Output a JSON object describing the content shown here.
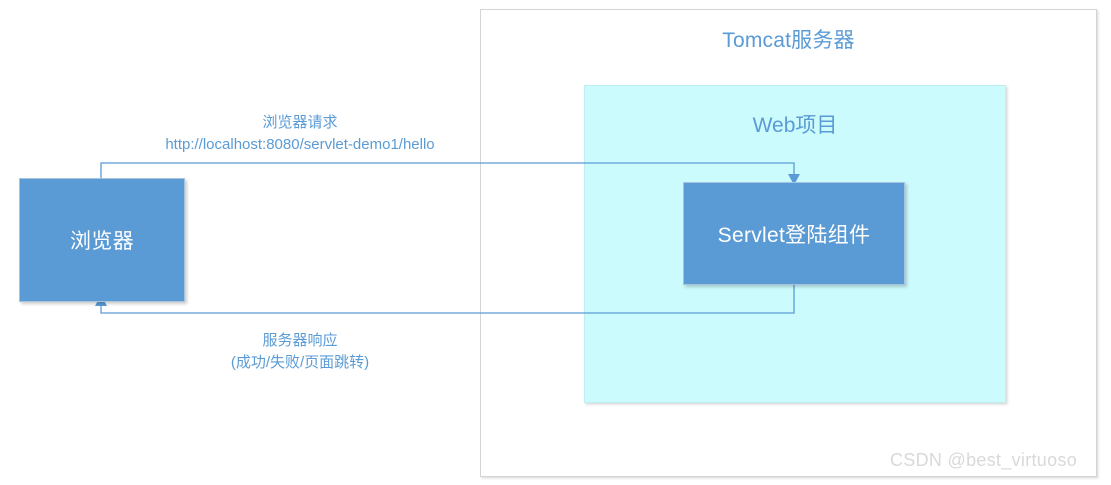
{
  "diagram": {
    "title_tomcat": "Tomcat服务器",
    "title_web": "Web项目",
    "servlet_label": "Servlet登陆组件",
    "browser_label": "浏览器",
    "request_label_line1": "浏览器请求",
    "request_label_line2": "http://localhost:8080/servlet-demo1/hello",
    "response_label_line1": "服务器响应",
    "response_label_line2": "(成功/失败/页面跳转)",
    "watermark": "CSDN @best_virtuoso"
  },
  "colors": {
    "accent_blue": "#5b9bd5",
    "box_fill_blue": "#5b9bd5",
    "web_fill_cyan": "#ccfbfd",
    "container_border": "#d4d4d4",
    "line_blue": "#5b9bd5",
    "text_white": "#ffffff",
    "watermark_gray": "#d9d9d9",
    "background": "#ffffff"
  }
}
